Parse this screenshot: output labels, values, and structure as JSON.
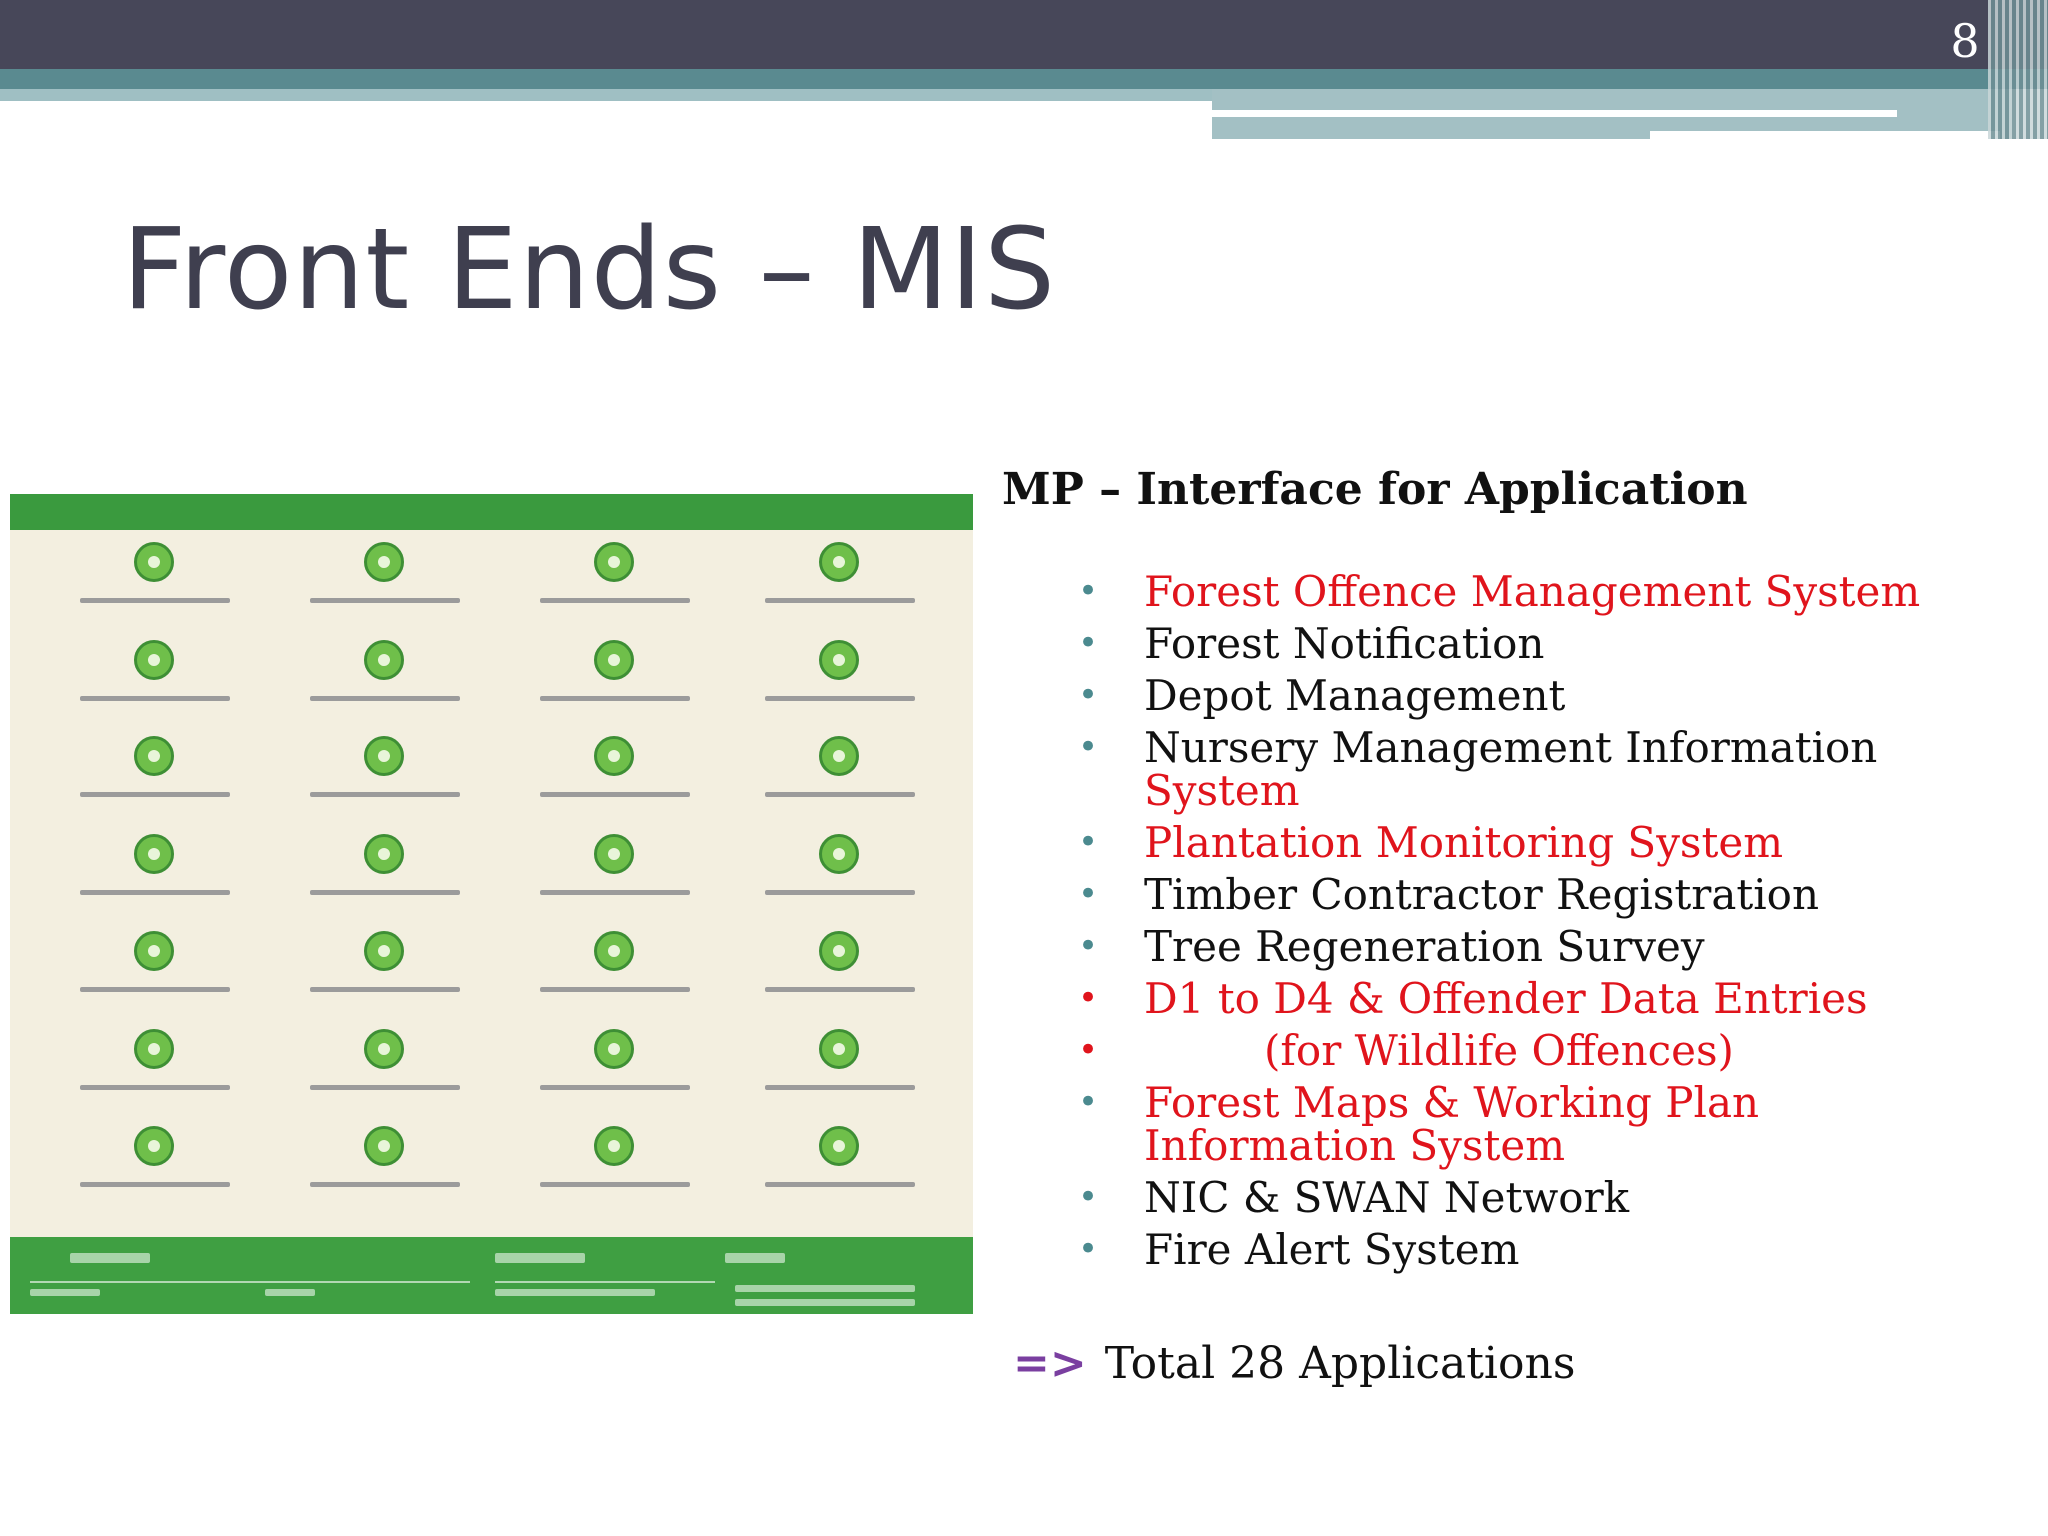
{
  "slide": {
    "number": "8",
    "title": "Front Ends – MIS"
  },
  "panel": {
    "description_icons": [
      "forest-icon",
      "user-hand-icon",
      "budget-icon",
      "tree-icon",
      "logs-icon",
      "store-icon",
      "phone-icon",
      "cart-icon",
      "fire-icon",
      "map-pin-icon",
      "bell-icon",
      "wildlife-icon",
      "building-icon",
      "jfm-icon",
      "letter-icon",
      "fish-icon",
      "pulse-icon",
      "plantation-icon",
      "nursery-icon",
      "people-icon",
      "location-pin-icon",
      "sapling-icon",
      "cloud-upload-icon",
      "swan-icon",
      "gavel-icon",
      "magnifier-icon",
      "layers-icon",
      "document-icon"
    ]
  },
  "content": {
    "heading": "MP – Interface for Application",
    "items": [
      {
        "text": "Forest Offence Management System",
        "color": "red",
        "bullet": "teal"
      },
      {
        "text": "Forest Notification",
        "color": "black",
        "bullet": "teal"
      },
      {
        "text": "Depot Management",
        "color": "black",
        "bullet": "teal"
      },
      {
        "text": "Nursery Management Information",
        "text2": "System",
        "color": "black",
        "color2": "red",
        "bullet": "teal"
      },
      {
        "text": "Plantation Monitoring System",
        "color": "red",
        "bullet": "teal"
      },
      {
        "text": "Timber Contractor Registration",
        "color": "black",
        "bullet": "teal"
      },
      {
        "text": "Tree Regeneration Survey",
        "color": "black",
        "bullet": "teal"
      },
      {
        "text": "D1 to D4 & Offender Data Entries",
        "color": "red",
        "bullet": "red"
      },
      {
        "text": "(for Wildlife Offences)",
        "color": "red",
        "bullet": "red",
        "indent": true
      },
      {
        "text": "Forest Maps & Working Plan",
        "text2": "Information System",
        "color": "red",
        "color2": "red",
        "bullet": "teal"
      },
      {
        "text": "NIC & SWAN Network",
        "color": "black",
        "bullet": "teal"
      },
      {
        "text": "Fire Alert System",
        "color": "black",
        "bullet": "teal"
      }
    ],
    "total_arrow": "=>",
    "total_text": "Total 28 Applications"
  },
  "colors": {
    "topbar": "#474759",
    "accent_teal": "#5a8a90",
    "red_text": "#e0141c",
    "panel_green": "#3a9a3e"
  }
}
